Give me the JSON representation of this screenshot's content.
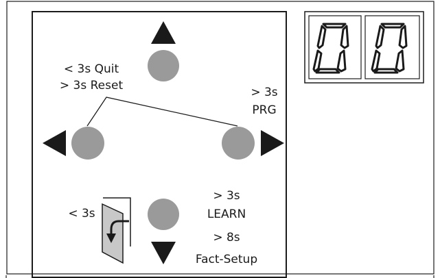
{
  "display": {
    "digits": [
      "0",
      "0"
    ]
  },
  "buttons": {
    "top": {
      "name": "up"
    },
    "left": {
      "name": "left",
      "label_line1": "< 3s Quit",
      "label_line2": "> 3s Reset"
    },
    "right": {
      "name": "right",
      "label_line1": "> 3s",
      "label_line2": "PRG"
    },
    "bottom": {
      "name": "down",
      "label_line1": "> 3s",
      "label_line2": "LEARN",
      "label_line3": "> 8s",
      "label_line4": "Fact-Setup"
    }
  },
  "door": {
    "label": "< 3s"
  },
  "colors": {
    "button": "#9a9a9a",
    "frame": "#1a1a1a",
    "door_fill": "#c8c8c8"
  }
}
